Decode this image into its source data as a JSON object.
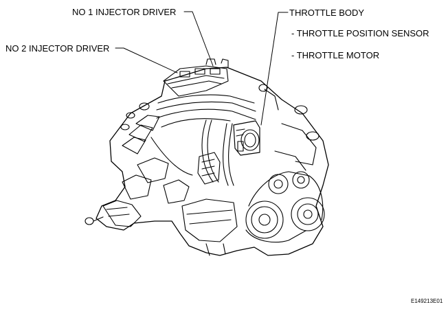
{
  "labels": {
    "no1_injector_driver": "NO  1 INJECTOR DRIVER",
    "no2_injector_driver": "NO  2 INJECTOR DRIVER",
    "throttle_body": "THROTTLE BODY",
    "throttle_position_sensor": "- THROTTLE POSITION SENSOR",
    "throttle_motor": "- THROTTLE MOTOR"
  },
  "figure_code": "E149213E01"
}
